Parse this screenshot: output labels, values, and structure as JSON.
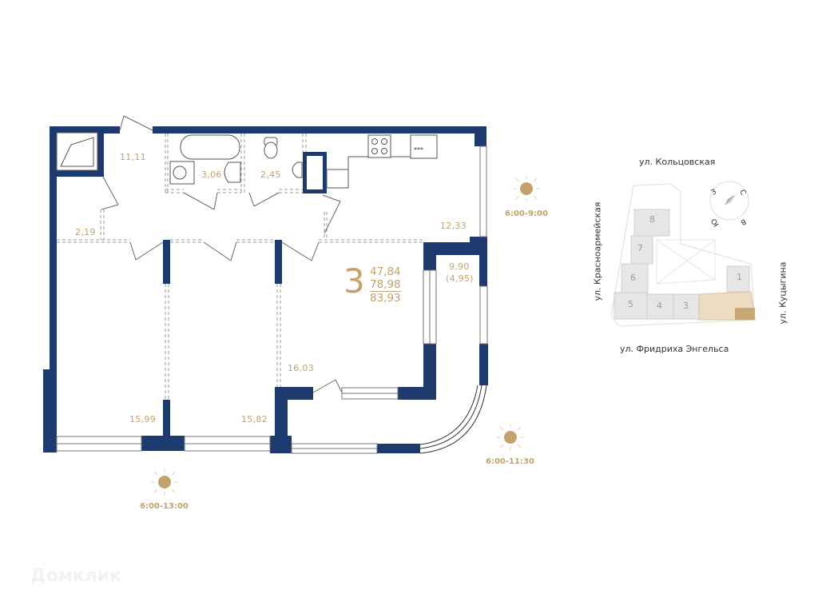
{
  "colors": {
    "wall": "#1d3a6e",
    "accent": "#c4a26b",
    "building_fill": "#e6e6e6",
    "selected_section": "#ecdcc0",
    "selected_unit": "#c9a774"
  },
  "apartment": {
    "rooms_count": "3",
    "living_area": "47,84",
    "area_without_balcony": "78,98",
    "total_area": "83,93"
  },
  "rooms": [
    {
      "id": "hall",
      "area": "11,11"
    },
    {
      "id": "corridor",
      "area": "2,19"
    },
    {
      "id": "bathroom",
      "area": "3,06"
    },
    {
      "id": "toilet",
      "area": "2,45"
    },
    {
      "id": "kitchen",
      "area": "12,33"
    },
    {
      "id": "balcony",
      "area": "9,90",
      "area_reduced": "(4,95)"
    },
    {
      "id": "bedroom-1",
      "area": "15,99"
    },
    {
      "id": "bedroom-2",
      "area": "15,82"
    },
    {
      "id": "living-room",
      "area": "16,03"
    }
  ],
  "sun_exposure": [
    {
      "id": "east",
      "time": "6:00-9:00"
    },
    {
      "id": "south",
      "time": "6:00-11:30"
    },
    {
      "id": "west",
      "time": "6:00-13:00"
    }
  ],
  "site_map": {
    "streets": {
      "north": "ул. Кольцовская",
      "west": "ул. Красноармейская",
      "south": "ул. Фридриха Энгельса",
      "east": "ул. Куцыгина"
    },
    "buildings": [
      "8",
      "7",
      "6",
      "5",
      "4",
      "3",
      "1"
    ],
    "compass": {
      "n": "С",
      "s": "Ю",
      "w": "З",
      "e": "В"
    }
  },
  "watermark": "Домклик"
}
